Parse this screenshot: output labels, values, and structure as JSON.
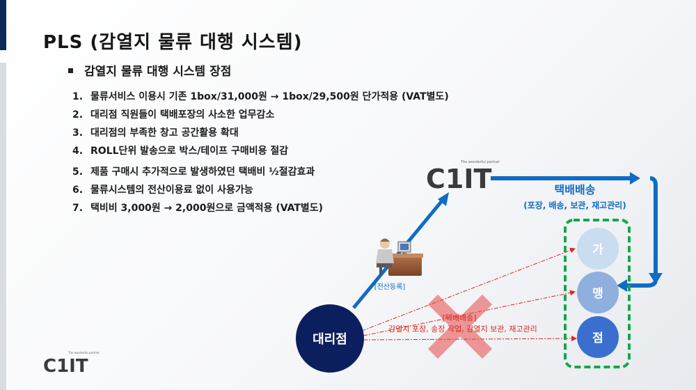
{
  "title": "PLS (감열지 물류 대행 시스템)",
  "subtitle": "감열지 물류 대행 시스템 장점",
  "advantages": [
    {
      "num": "1.",
      "text": "물류서비스 이용시 기존 1box/31,000원 → 1box/29,500원 단가적용 (VAT별도)"
    },
    {
      "num": "2.",
      "text": "대리점 직원들이 택배포장의 사소한 업무감소"
    },
    {
      "num": "3.",
      "text": "대리점의 부족한 창고 공간활용 확대"
    },
    {
      "num": "4.",
      "text": "ROLL단위 발송으로 박스/테이프 구매비용 절감"
    },
    {
      "num": "5.",
      "text": "제품 구매시 추가적으로 발생하였던 택배비 ½절감효과"
    },
    {
      "num": "6.",
      "text": "물류시스템의 전산이용료 없이 사용가능"
    },
    {
      "num": "7.",
      "text": "택비비 3,000원 → 2,000원으로 금액적용 (VAT별도)"
    }
  ],
  "diagram": {
    "logo_text": "C1IT",
    "logo_tagline": "The wonderful partner",
    "delivery_title": "택배배송",
    "delivery_desc": "(포장, 배송, 보관, 재고관리)",
    "registration_label": "[전산등록]",
    "agency_label": "대리점",
    "old_delivery_label": "[택배배송]",
    "old_process_label": "감열지 포장, 송장 작업, 감열지 보관, 재고관리",
    "stores": [
      "가",
      "맹",
      "점"
    ]
  },
  "footer_logo": {
    "text": "C1IT",
    "tagline": "The wonderful partner"
  },
  "colors": {
    "navy": "#0b2a55",
    "arrow_blue": "#0f6cc4",
    "green_dash": "#13a84a",
    "red": "#e0251b",
    "store1": "#c9dcf0",
    "store2": "#8fb0de",
    "store3": "#3a6fcf"
  }
}
